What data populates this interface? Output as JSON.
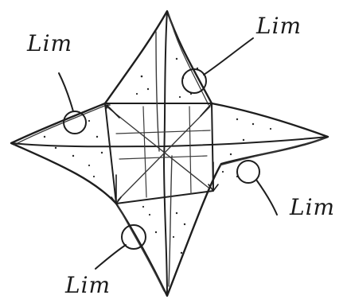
{
  "diagram": {
    "labels": [
      {
        "id": "top-left",
        "text": "Lim"
      },
      {
        "id": "top-right",
        "text": "Lim"
      },
      {
        "id": "right",
        "text": "Lim"
      },
      {
        "id": "bottom-left",
        "text": "Lim"
      }
    ]
  }
}
